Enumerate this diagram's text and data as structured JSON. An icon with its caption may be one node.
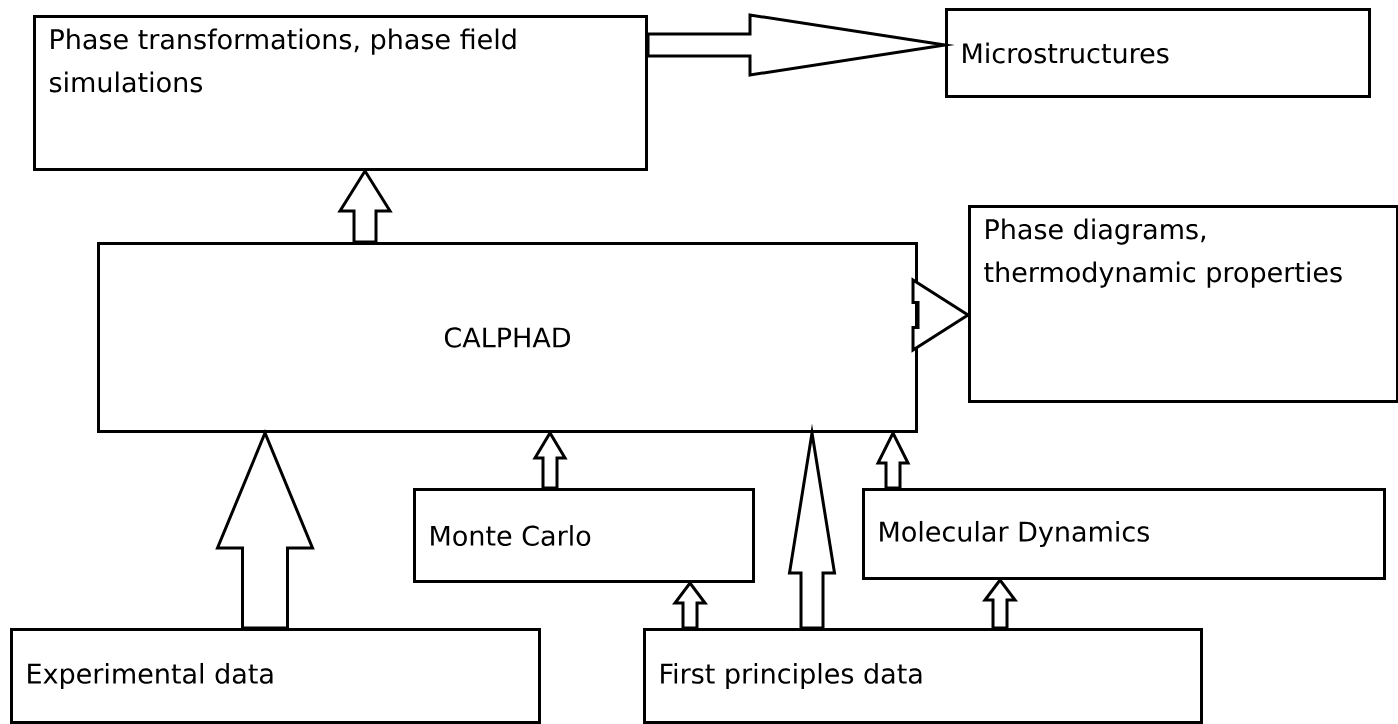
{
  "diagram": {
    "nodes": [
      {
        "text": [
          "Phase transformations, phase field simulations"
        ]
      },
      {
        "text": [
          "Microstructures"
        ]
      },
      {
        "text": [
          "CALPHAD"
        ]
      },
      {
        "text": [
          "Phase diagrams, thermodynamic properties"
        ]
      },
      {
        "text": [
          "Monte Carlo"
        ]
      },
      {
        "text": [
          "Molecular Dynamics"
        ]
      },
      {
        "text": [
          "Experimental data"
        ]
      },
      {
        "text": [
          "First principles data"
        ]
      }
    ],
    "edges": [
      {
        "from": 0,
        "to": 1,
        "arrow": "to"
      },
      {
        "from": 2,
        "to": 0,
        "arrow": "to"
      },
      {
        "from": 2,
        "to": 3,
        "arrow": "to"
      },
      {
        "from": 6,
        "to": 2,
        "arrow": "to"
      },
      {
        "from": 4,
        "to": 2,
        "arrow": "to"
      },
      {
        "from": 7,
        "to": 2,
        "arrow": "to"
      },
      {
        "from": 5,
        "to": 2,
        "arrow": "to"
      },
      {
        "from": 7,
        "to": 4,
        "arrow": "to"
      },
      {
        "from": 7,
        "to": 5,
        "arrow": "to"
      }
    ]
  }
}
